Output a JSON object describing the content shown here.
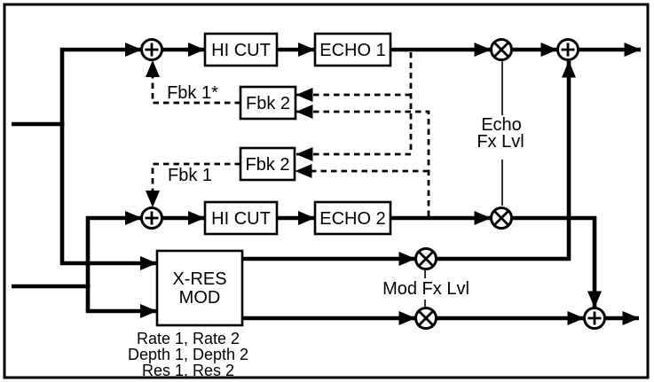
{
  "colors": {
    "ink": "#000000",
    "background": "#ffffff"
  },
  "diagram": {
    "echo1_chain": {
      "hi_cut": "HI CUT",
      "echo": "ECHO 1"
    },
    "echo2_chain": {
      "hi_cut": "HI CUT",
      "echo": "ECHO 2"
    },
    "feedback": {
      "fbk1_star": "Fbk 1*",
      "fbk1": "Fbk 1",
      "fbk2_upper": "Fbk 2",
      "fbk2_lower": "Fbk 2"
    },
    "levels": {
      "echo_fx_line1": "Echo",
      "echo_fx_line2": "Fx Lvl",
      "mod_fx": "Mod Fx Lvl"
    },
    "mod_block": {
      "name_line1": "X-RES",
      "name_line2": "MOD",
      "params": [
        "Rate 1, Rate 2",
        "Depth 1, Depth 2",
        "Res 1, Res 2"
      ]
    }
  }
}
